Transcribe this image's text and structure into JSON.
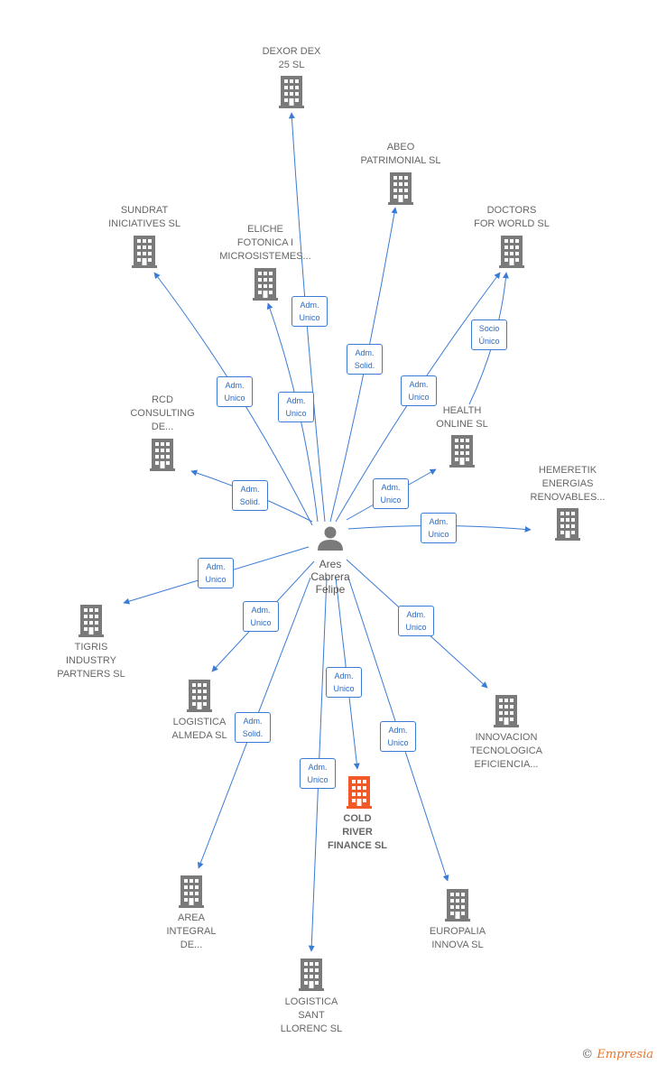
{
  "colors": {
    "edge": "#3a7bd5",
    "building": "#7a7a7a",
    "highlight": "#ef5a28",
    "person": "#7a7a7a"
  },
  "center": {
    "id": "person",
    "name": "Ares\nCabrera\nFelipe"
  },
  "nodes": [
    {
      "id": "dexor",
      "label": "DEXOR DEX\n25 SL"
    },
    {
      "id": "abeo",
      "label": "ABEO\nPATRIMONIAL SL"
    },
    {
      "id": "sundrat",
      "label": "SUNDRAT\nINICIATIVES SL"
    },
    {
      "id": "eliche",
      "label": "ELICHE\nFOTONICA I\nMICROSISTEMES..."
    },
    {
      "id": "doctors",
      "label": "DOCTORS\nFOR WORLD SL"
    },
    {
      "id": "rcd",
      "label": "RCD\nCONSULTING\nDE..."
    },
    {
      "id": "health",
      "label": "HEALTH\nONLINE SL"
    },
    {
      "id": "hemeretik",
      "label": "HEMERETIK\nENERGIAS\nRENOVABLES..."
    },
    {
      "id": "tigris",
      "label": "TIGRIS\nINDUSTRY\nPARTNERS  SL"
    },
    {
      "id": "almeda",
      "label": "LOGISTICA\nALMEDA SL"
    },
    {
      "id": "innovacion",
      "label": "INNOVACION\nTECNOLOGICA\nEFICIENCIA..."
    },
    {
      "id": "cold",
      "label": "COLD\nRIVER\nFINANCE  SL",
      "highlight": true
    },
    {
      "id": "area",
      "label": "AREA\nINTEGRAL\nDE..."
    },
    {
      "id": "europalia",
      "label": "EUROPALIA\nINNOVA SL"
    },
    {
      "id": "llorenc",
      "label": "LOGISTICA\nSANT\nLLORENC SL"
    }
  ],
  "edges": [
    {
      "from": "person",
      "to": "dexor",
      "label": "Adm.\nUnico"
    },
    {
      "from": "person",
      "to": "abeo",
      "label": "Adm.\nSolid."
    },
    {
      "from": "person",
      "to": "sundrat",
      "label": "Adm.\nUnico"
    },
    {
      "from": "person",
      "to": "eliche",
      "label": "Adm.\nUnico"
    },
    {
      "from": "person",
      "to": "doctors",
      "label": "Adm.\nUnico"
    },
    {
      "from": "health",
      "to": "doctors",
      "label": "Socio\nÚnico"
    },
    {
      "from": "person",
      "to": "rcd",
      "label": "Adm.\nSolid."
    },
    {
      "from": "person",
      "to": "health",
      "label": "Adm.\nUnico"
    },
    {
      "from": "person",
      "to": "hemeretik",
      "label": "Adm.\nUnico"
    },
    {
      "from": "person",
      "to": "tigris",
      "label": "Adm.\nUnico"
    },
    {
      "from": "person",
      "to": "almeda",
      "label": "Adm.\nUnico"
    },
    {
      "from": "person",
      "to": "innovacion",
      "label": "Adm.\nUnico"
    },
    {
      "from": "person",
      "to": "cold",
      "label": "Adm.\nUnico"
    },
    {
      "from": "person",
      "to": "area",
      "label": "Adm.\nSolid."
    },
    {
      "from": "person",
      "to": "europalia",
      "label": "Adm.\nUnico"
    },
    {
      "from": "person",
      "to": "llorenc",
      "label": "Adm.\nUnico"
    }
  ],
  "footer": {
    "copyright": "©",
    "brand": "Empresia"
  }
}
